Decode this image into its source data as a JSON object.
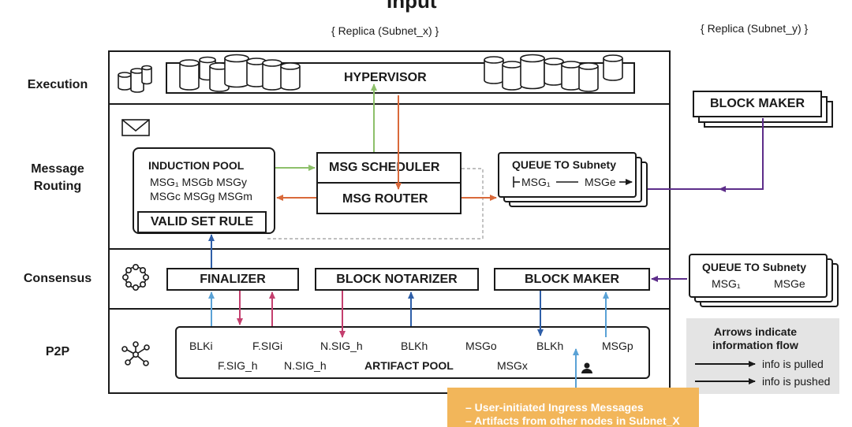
{
  "title_partial": "Input",
  "replica_x_label": "{ Replica (Subnet_x) }",
  "replica_y_label": "{ Replica (Subnet_y) }",
  "lanes": {
    "execution": "Execution",
    "message_routing_1": "Message",
    "message_routing_2": "Routing",
    "consensus": "Consensus",
    "p2p": "P2P"
  },
  "execution": {
    "hypervisor": "HYPERVISOR"
  },
  "message_routing": {
    "induction_pool_title": "INDUCTION POOL",
    "induction_pool_line1": "MSG₁ MSGb MSGy",
    "induction_pool_line2": "MSGc MSGg MSGm",
    "valid_set_rule": "VALID SET RULE",
    "msg_scheduler": "MSG SCHEDULER",
    "msg_router": "MSG ROUTER",
    "queue_title": "QUEUE TO Subnety",
    "queue_msg1": "MSG₁",
    "queue_msg2": "MSGe"
  },
  "consensus": {
    "finalizer": "FINALIZER",
    "block_notarizer": "BLOCK NOTARIZER",
    "block_maker": "BLOCK MAKER"
  },
  "p2p": {
    "blk_i": "BLKi",
    "fsig_i": "F.SIGi",
    "nsig_h": "N.SIG_h",
    "blk_h1": "BLKh",
    "msg_o": "MSGo",
    "blk_h2": "BLKh",
    "msg_p": "MSGp",
    "fsig_h": "F.SIG_h",
    "nsig_h2": "N.SIG_h",
    "artifact_pool": "ARTIFACT POOL",
    "msg_x": "MSGx"
  },
  "subnet_y": {
    "block_maker": "BLOCK MAKER",
    "queue_title": "QUEUE TO Subnety",
    "queue_msg1": "MSG₁",
    "queue_msg2": "MSGe"
  },
  "legend": {
    "title_1": "Arrows indicate",
    "title_2": "information flow",
    "pulled": "info is pulled",
    "pushed": "info is pushed"
  },
  "ingress": {
    "line1": "– User-initiated Ingress Messages",
    "line2": "– Artifacts from other nodes in Subnet_X"
  },
  "colors": {
    "green": "#8dc06a",
    "orange": "#d9693a",
    "purple": "#5d2d8a",
    "pink": "#c43f6e",
    "blue": "#2f5fa8",
    "lightblue": "#5aa2d6",
    "ingress_bg": "#f2b65a",
    "legend_bg": "#e4e4e4"
  }
}
